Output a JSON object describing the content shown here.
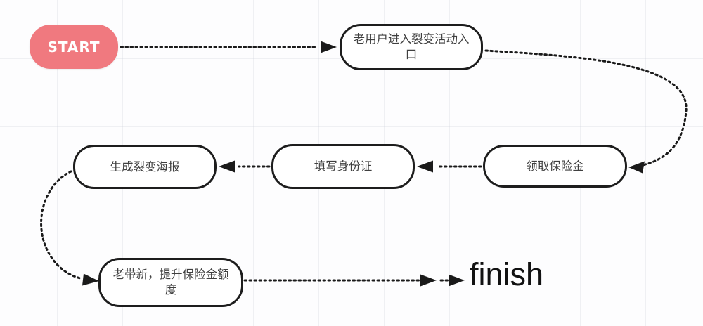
{
  "diagram": {
    "type": "flowchart",
    "nodes": [
      {
        "id": "start",
        "shape": "terminator-pill",
        "label": "START"
      },
      {
        "id": "enter-activity",
        "shape": "rounded-process",
        "label": "老用户进入裂变活动入口"
      },
      {
        "id": "receive-insurance",
        "shape": "rounded-process",
        "label": "领取保险金"
      },
      {
        "id": "fill-id-card",
        "shape": "rounded-process",
        "label": "填写身份证"
      },
      {
        "id": "generate-poster",
        "shape": "rounded-process",
        "label": "生成裂变海报"
      },
      {
        "id": "invite-new-users",
        "shape": "rounded-process",
        "label": "老带新，提升保险金额度"
      },
      {
        "id": "finish",
        "shape": "plain-text",
        "label": "finish"
      }
    ],
    "edges": [
      {
        "from": "start",
        "to": "enter-activity",
        "style": "dotted",
        "arrowhead": "solid-triangle"
      },
      {
        "from": "enter-activity",
        "to": "receive-insurance",
        "style": "dotted-curve-right",
        "arrowhead": "solid-triangle"
      },
      {
        "from": "receive-insurance",
        "to": "fill-id-card",
        "style": "dotted",
        "arrowhead": "solid-triangle"
      },
      {
        "from": "fill-id-card",
        "to": "generate-poster",
        "style": "dotted",
        "arrowhead": "solid-triangle"
      },
      {
        "from": "generate-poster",
        "to": "invite-new-users",
        "style": "dotted-curve-left",
        "arrowhead": "solid-triangle"
      },
      {
        "from": "invite-new-users",
        "to": "finish",
        "style": "dotted",
        "arrowhead": "double-solid-triangle"
      }
    ],
    "colors": {
      "start_fill": "#f0797f",
      "start_text": "#ffffff",
      "node_fill": "#ffffff",
      "node_border": "#1d1d1d",
      "node_text": "#3f3f3f",
      "arrow": "#1a1a1a",
      "finish_text": "#121212",
      "background": "#fdfdfe",
      "grid_line": "#d6d9e1"
    }
  }
}
